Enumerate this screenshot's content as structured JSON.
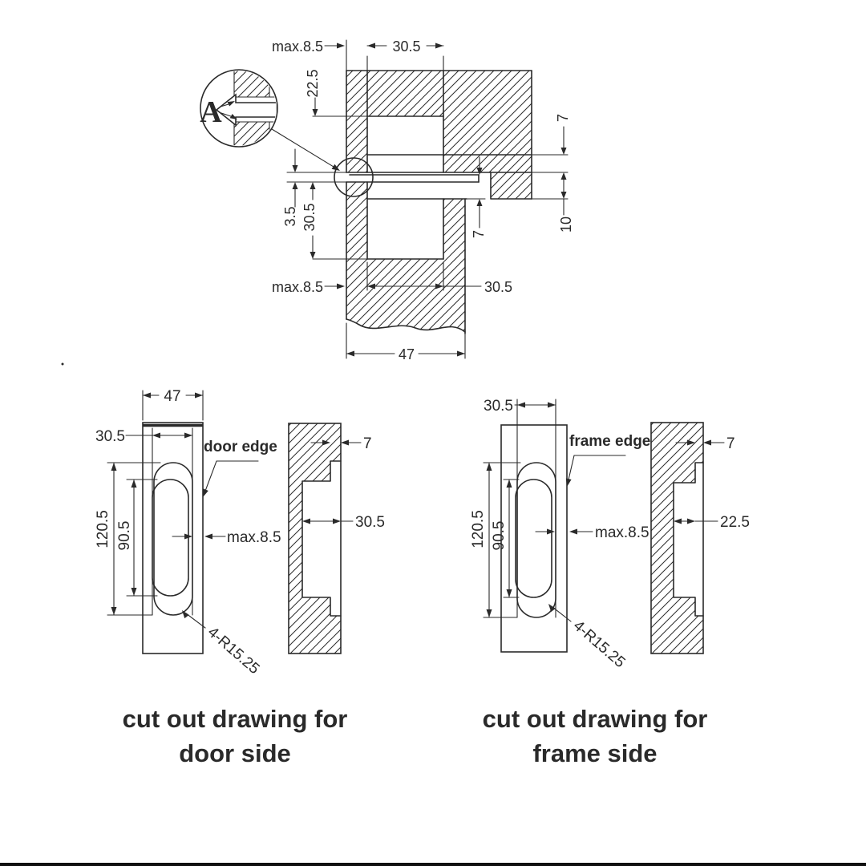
{
  "colors": {
    "ink": "#2a2a2a",
    "background": "#ffffff"
  },
  "top_drawing": {
    "detail_label": "A",
    "dim_max85_top": "max.8.5",
    "dim_305_top": "30.5",
    "dim_225": "22.5",
    "dim_7_right": "7",
    "dim_35": "3.5",
    "dim_305_left": "30.5",
    "dim_7_door": "7",
    "dim_10": "10",
    "dim_max85_bottom": "max.8.5",
    "dim_305_bottom": "30.5",
    "dim_47": "47"
  },
  "door_drawing": {
    "dim_47": "47",
    "dim_305": "30.5",
    "dim_1205": "120.5",
    "dim_905": "90.5",
    "dim_max85": "max.8.5",
    "dim_radius": "4-R15.25",
    "edge_label": "door edge",
    "profile_dim_7": "7",
    "profile_dim_depth": "30.5",
    "caption_line1": "cut out drawing for",
    "caption_line2": "door side"
  },
  "frame_drawing": {
    "dim_305": "30.5",
    "dim_1205": "120.5",
    "dim_905": "90.5",
    "dim_max85": "max.8.5",
    "dim_radius": "4-R15.25",
    "edge_label": "frame edge",
    "profile_dim_7": "7",
    "profile_dim_depth": "22.5",
    "caption_line1": "cut out drawing for",
    "caption_line2": "frame side"
  }
}
